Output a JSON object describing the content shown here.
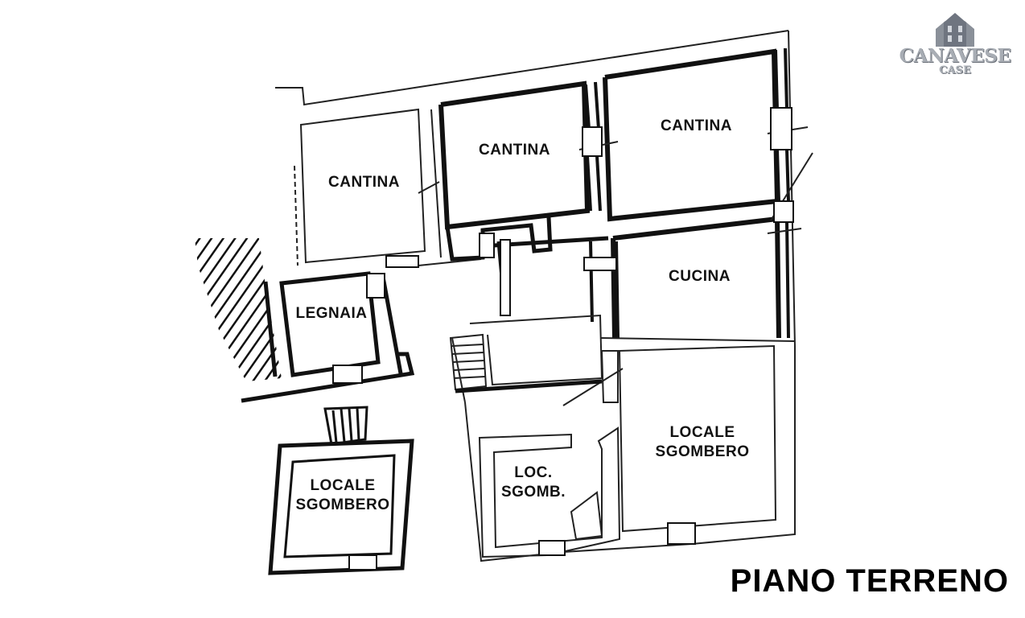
{
  "logo": {
    "name": "CANAVESE",
    "sub": "CASE"
  },
  "plan": {
    "title": "PIANO TERRENO"
  },
  "rooms": {
    "cantina_left": "CANTINA",
    "cantina_mid": "CANTINA",
    "cantina_right": "CANTINA",
    "cucina": "CUCINA",
    "legnaia": "LEGNAIA",
    "locale_sgombero_left": "LOCALE\nSGOMBERO",
    "loc_sgomb": "LOC.\nSGOMB.",
    "locale_sgombero_right": "LOCALE\nSGOMBERO"
  },
  "colors": {
    "wall": "#111111",
    "thin_line": "#222222",
    "logo_gray": "#a8adb4"
  }
}
